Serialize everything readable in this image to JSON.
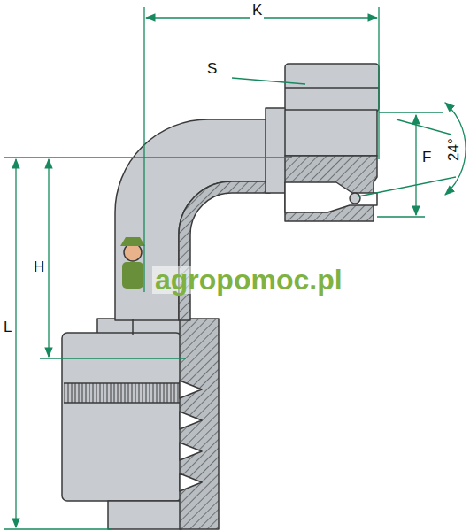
{
  "diagram": {
    "labels": [
      "K",
      "S",
      "F",
      "24°",
      "H",
      "L",
      "agropomoc.pl"
    ]
  }
}
